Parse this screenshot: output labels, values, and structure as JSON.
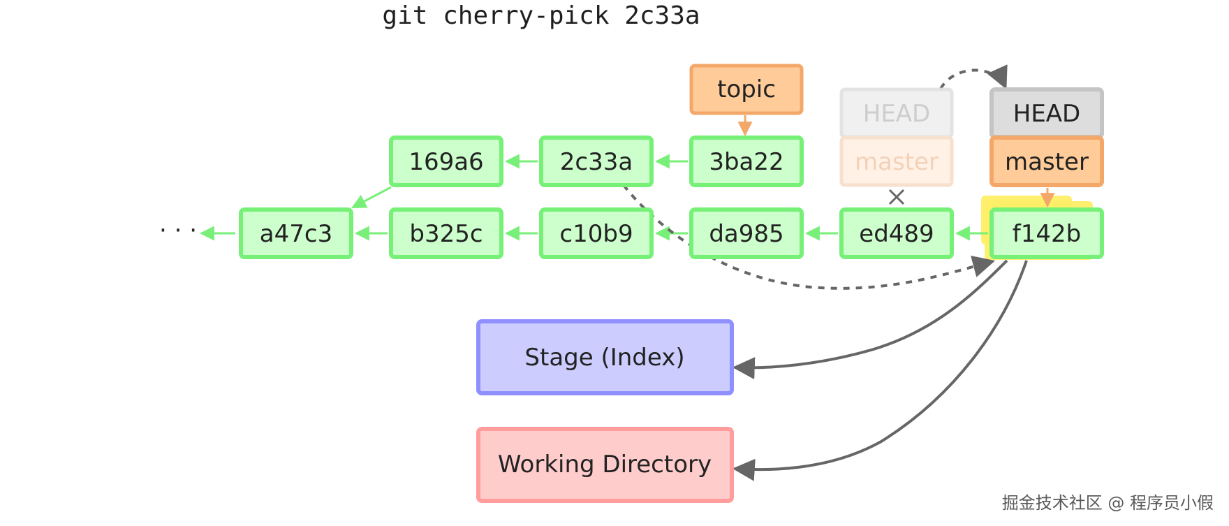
{
  "command": "git cherry-pick 2c33a",
  "ellipsis": "· · ·",
  "commits": {
    "a47c3": "a47c3",
    "b325c": "b325c",
    "c10b9": "c10b9",
    "da985": "da985",
    "ed489": "ed489",
    "f142b": "f142b",
    "169a6": "169a6",
    "2c33a": "2c33a",
    "3ba22": "3ba22"
  },
  "refs": {
    "topic": "topic",
    "head_old": "HEAD",
    "master_old": "master",
    "head_new": "HEAD",
    "master_new": "master"
  },
  "areas": {
    "stage": "Stage (Index)",
    "working": "Working Directory"
  },
  "watermark": "掘金技术社区 @ 程序员小假",
  "colors": {
    "commit_fill": "#ccffcc",
    "commit_stroke": "#77f077",
    "topic_fill": "#ffcc99",
    "topic_stroke": "#f3a86a",
    "head_fill": "#dddddd",
    "head_stroke": "#c4c4c4",
    "stage_fill": "#ccccff",
    "stage_stroke": "#8f8fff",
    "working_fill": "#ffcccc",
    "working_stroke": "#ff9d9d",
    "highlight": "#ffee66",
    "arrow_dark": "#666666"
  }
}
